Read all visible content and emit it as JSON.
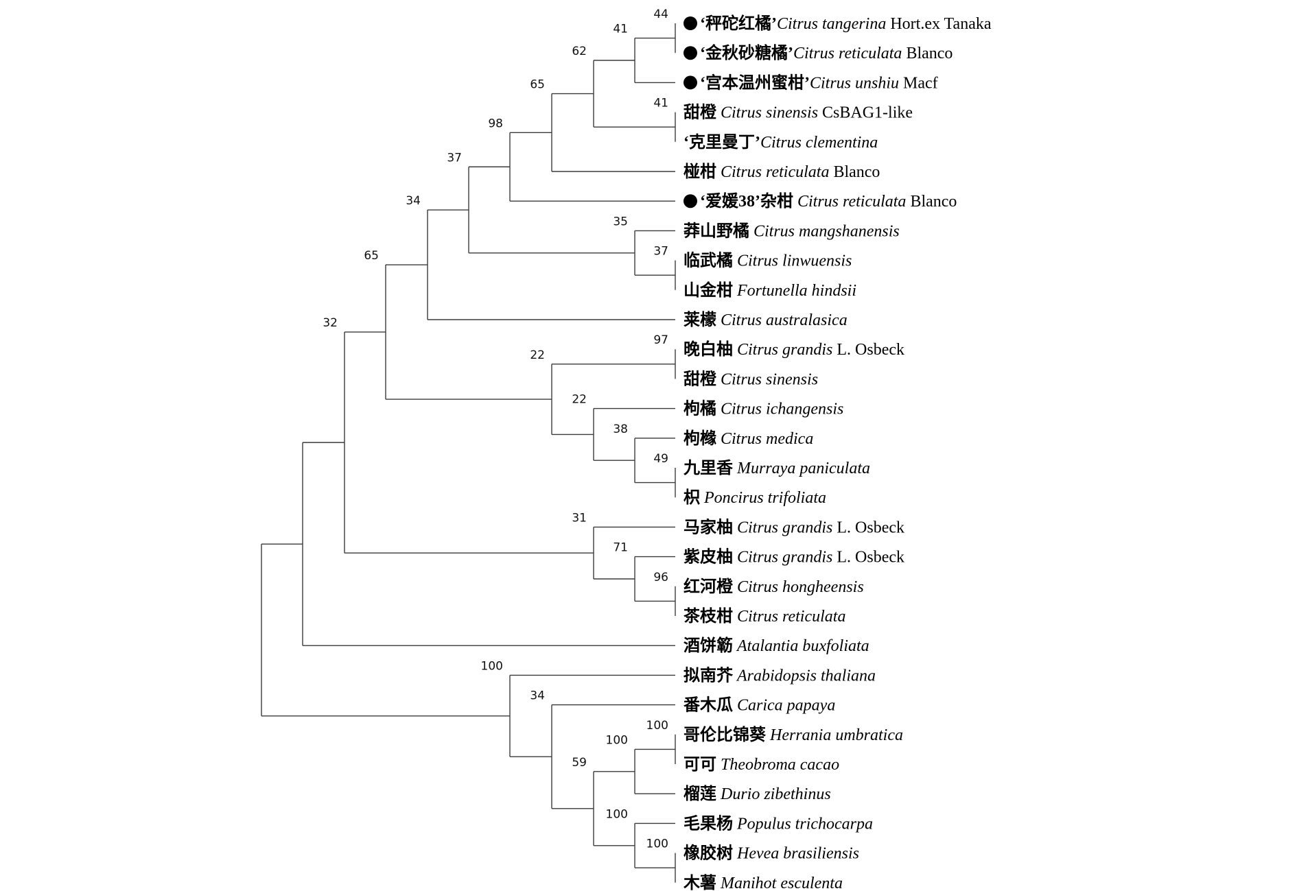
{
  "taxa": [
    {
      "id": "t1",
      "marker": true,
      "cn": "‘秤砣红橘’",
      "sci": "Citrus tangerina",
      "auth": " Hort.ex Tanaka"
    },
    {
      "id": "t2",
      "marker": true,
      "cn": "‘金秋砂糖橘’",
      "sci": "Citrus reticulata",
      "auth": " Blanco"
    },
    {
      "id": "t3",
      "marker": true,
      "cn": "‘宫本温州蜜柑’",
      "sci": "Citrus unshiu",
      "auth": " Macf"
    },
    {
      "id": "t4",
      "marker": false,
      "cn": "甜橙",
      "sci": " Citrus sinensis",
      "auth": " CsBAG1-like"
    },
    {
      "id": "t5",
      "marker": false,
      "cn": "‘克里曼丁’",
      "sci": "Citrus clementina",
      "auth": ""
    },
    {
      "id": "t6",
      "marker": false,
      "cn": "椪柑",
      "sci": " Citrus reticulata",
      "auth": " Blanco"
    },
    {
      "id": "t7",
      "marker": true,
      "cn": "‘爱媛38’杂柑",
      "sci": " Citrus reticulata",
      "auth": " Blanco"
    },
    {
      "id": "t8",
      "marker": false,
      "cn": "莽山野橘",
      "sci": " Citrus mangshanensis",
      "auth": ""
    },
    {
      "id": "t9",
      "marker": false,
      "cn": "临武橘",
      "sci": " Citrus linwuensis",
      "auth": ""
    },
    {
      "id": "t10",
      "marker": false,
      "cn": "山金柑",
      "sci": " Fortunella hindsii",
      "auth": ""
    },
    {
      "id": "t11",
      "marker": false,
      "cn": "莱檬",
      "sci": " Citrus australasica",
      "auth": ""
    },
    {
      "id": "t12",
      "marker": false,
      "cn": "晚白柚",
      "sci": " Citrus grandis",
      "auth": " L. Osbeck"
    },
    {
      "id": "t13",
      "marker": false,
      "cn": "甜橙",
      "sci": " Citrus sinensis",
      "auth": ""
    },
    {
      "id": "t14",
      "marker": false,
      "cn": "枸橘",
      "sci": " Citrus ichangensis",
      "auth": ""
    },
    {
      "id": "t15",
      "marker": false,
      "cn": "枸橼",
      "sci": " Citrus medica",
      "auth": ""
    },
    {
      "id": "t16",
      "marker": false,
      "cn": "九里香",
      "sci": " Murraya paniculata",
      "auth": ""
    },
    {
      "id": "t17",
      "marker": false,
      "cn": "枳",
      "sci": " Poncirus trifoliata",
      "auth": ""
    },
    {
      "id": "t18",
      "marker": false,
      "cn": "马家柚",
      "sci": " Citrus grandis",
      "auth": " L. Osbeck"
    },
    {
      "id": "t19",
      "marker": false,
      "cn": "紫皮柚",
      "sci": " Citrus grandis",
      "auth": " L. Osbeck"
    },
    {
      "id": "t20",
      "marker": false,
      "cn": "红河橙",
      "sci": " Citrus hongheensis",
      "auth": ""
    },
    {
      "id": "t21",
      "marker": false,
      "cn": "茶枝柑",
      "sci": " Citrus reticulata",
      "auth": ""
    },
    {
      "id": "t22",
      "marker": false,
      "cn": "酒饼簕",
      "sci": " Atalantia buxfoliata",
      "auth": ""
    },
    {
      "id": "t23",
      "marker": false,
      "cn": "拟南芥",
      "sci": " Arabidopsis thaliana",
      "auth": ""
    },
    {
      "id": "t24",
      "marker": false,
      "cn": "番木瓜",
      "sci": " Carica papaya",
      "auth": ""
    },
    {
      "id": "t25",
      "marker": false,
      "cn": "哥伦比锦葵",
      "sci": " Herrania umbratica",
      "auth": ""
    },
    {
      "id": "t26",
      "marker": false,
      "cn": "可可",
      "sci": " Theobroma cacao",
      "auth": ""
    },
    {
      "id": "t27",
      "marker": false,
      "cn": "榴莲",
      "sci": " Durio zibethinus",
      "auth": ""
    },
    {
      "id": "t28",
      "marker": false,
      "cn": "毛果杨",
      "sci": " Populus trichocarpa",
      "auth": ""
    },
    {
      "id": "t29",
      "marker": false,
      "cn": "橡胶树",
      "sci": " Hevea brasiliensis",
      "auth": ""
    },
    {
      "id": "t30",
      "marker": false,
      "cn": "木薯",
      "sci": " Manihot esculenta",
      "auth": ""
    }
  ],
  "clades": [
    {
      "id": "n1",
      "children": [
        "t1",
        "t2"
      ],
      "support": "44"
    },
    {
      "id": "n2",
      "children": [
        "n1",
        "t3"
      ],
      "support": "41"
    },
    {
      "id": "n3",
      "children": [
        "t4",
        "t5"
      ],
      "support": "41"
    },
    {
      "id": "n4",
      "children": [
        "n2",
        "n3"
      ],
      "support": "62"
    },
    {
      "id": "n5",
      "children": [
        "n4",
        "t6"
      ],
      "support": "65"
    },
    {
      "id": "n6",
      "children": [
        "n5",
        "t7"
      ],
      "support": "98"
    },
    {
      "id": "n7",
      "children": [
        "t9",
        "t10"
      ],
      "support": "37"
    },
    {
      "id": "n8",
      "children": [
        "t8",
        "n7"
      ],
      "support": "35"
    },
    {
      "id": "n9",
      "children": [
        "n6",
        "n8"
      ],
      "support": "37"
    },
    {
      "id": "n10",
      "children": [
        "n9",
        "t11"
      ],
      "support": "34"
    },
    {
      "id": "n11",
      "children": [
        "t12",
        "t13"
      ],
      "support": "97"
    },
    {
      "id": "n12",
      "children": [
        "t16",
        "t17"
      ],
      "support": "49"
    },
    {
      "id": "n13",
      "children": [
        "t15",
        "n12"
      ],
      "support": "38"
    },
    {
      "id": "n14",
      "children": [
        "t14",
        "n13"
      ],
      "support": "22"
    },
    {
      "id": "n15",
      "children": [
        "n11",
        "n14"
      ],
      "support": "22"
    },
    {
      "id": "n16",
      "children": [
        "n10",
        "n15"
      ],
      "support": "65"
    },
    {
      "id": "n17",
      "children": [
        "t20",
        "t21"
      ],
      "support": "96"
    },
    {
      "id": "n18",
      "children": [
        "t19",
        "n17"
      ],
      "support": "71"
    },
    {
      "id": "n19",
      "children": [
        "t18",
        "n18"
      ],
      "support": "31"
    },
    {
      "id": "n20",
      "children": [
        "n16",
        "n19"
      ],
      "support": "32"
    },
    {
      "id": "n21",
      "children": [
        "n20",
        "t22"
      ],
      "support": ""
    },
    {
      "id": "n22",
      "children": [
        "t25",
        "t26"
      ],
      "support": "100"
    },
    {
      "id": "n23",
      "children": [
        "n22",
        "t27"
      ],
      "support": "100"
    },
    {
      "id": "n24",
      "children": [
        "t29",
        "t30"
      ],
      "support": "100"
    },
    {
      "id": "n25",
      "children": [
        "t28",
        "n24"
      ],
      "support": "100"
    },
    {
      "id": "n26",
      "children": [
        "n23",
        "n25"
      ],
      "support": "59"
    },
    {
      "id": "n27",
      "children": [
        "t24",
        "n26"
      ],
      "support": "34"
    },
    {
      "id": "n28",
      "children": [
        "t23",
        "n27"
      ],
      "support": "100"
    },
    {
      "id": "n29",
      "children": [
        "n21",
        "n28"
      ],
      "support": ""
    }
  ],
  "root": "n29"
}
